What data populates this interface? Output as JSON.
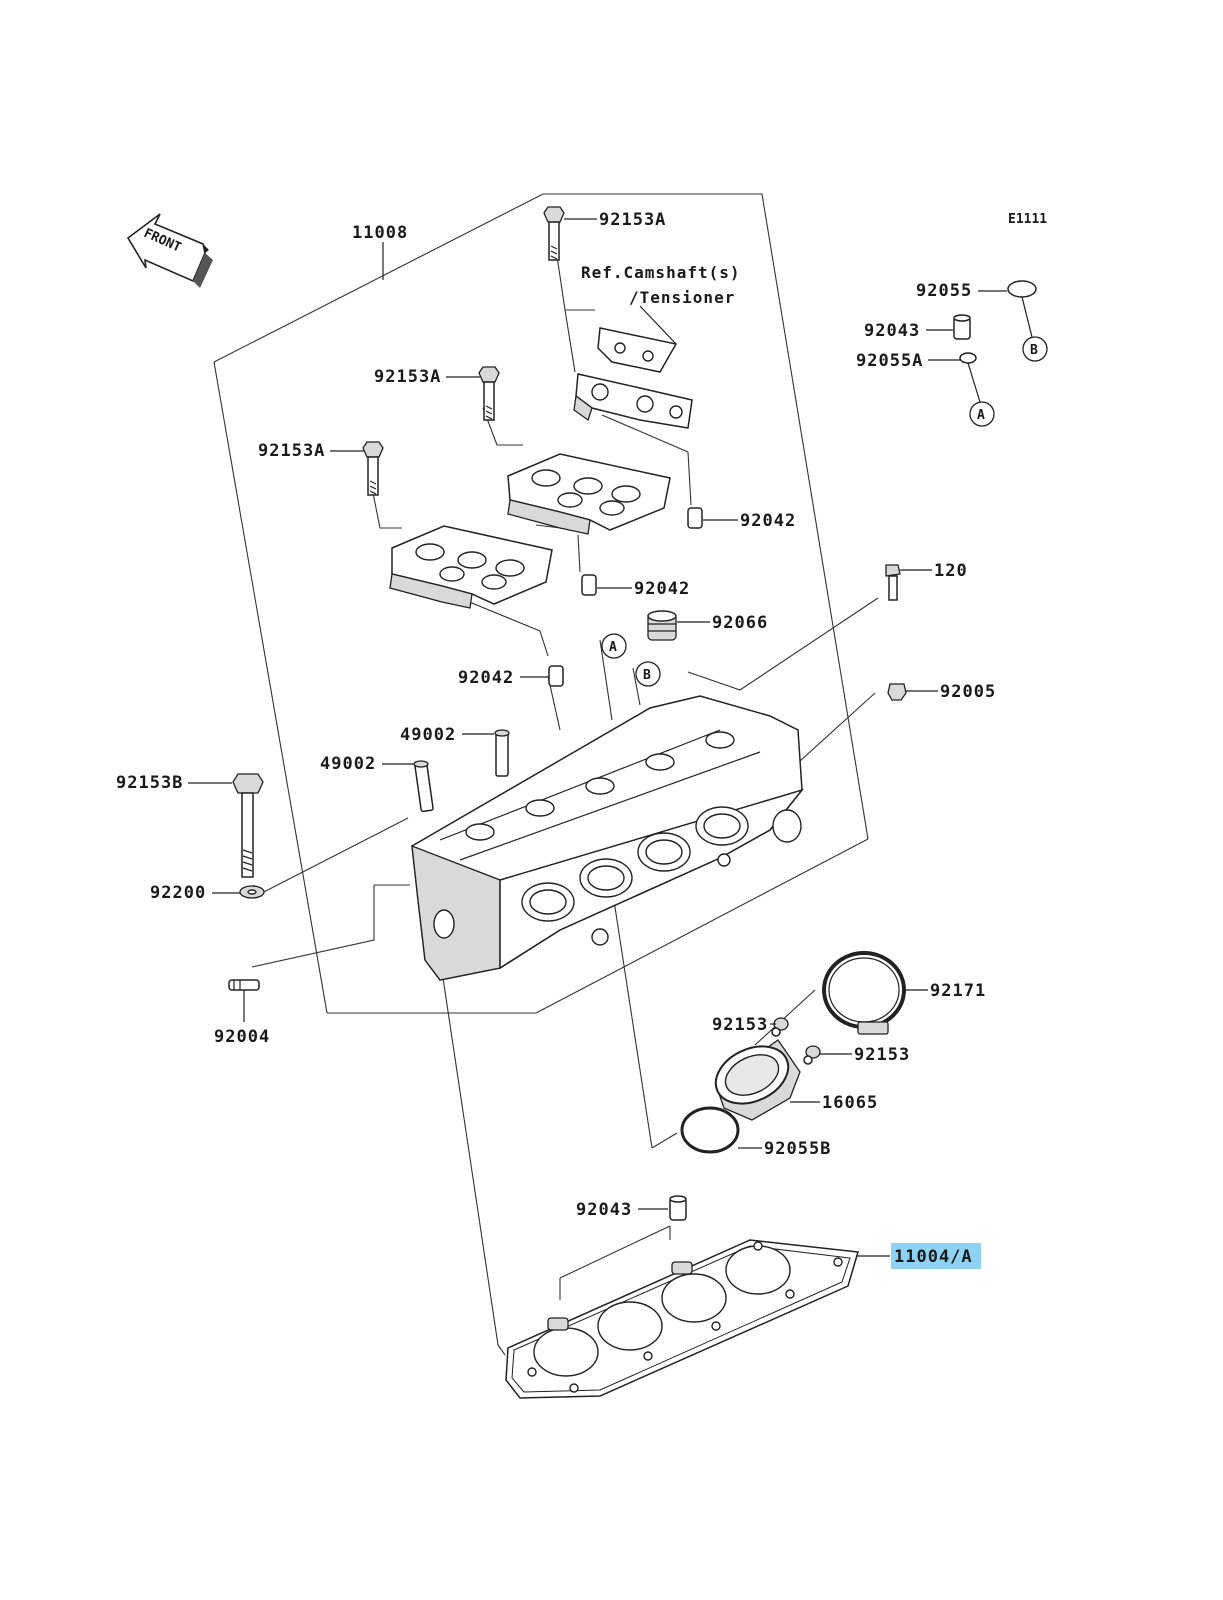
{
  "diagram_code": "E1111",
  "direction_label": "FRONT",
  "reference_note": {
    "line1": "Ref.Camshaft(s)",
    "line2": "/Tensioner"
  },
  "ref_markers": [
    "A",
    "B"
  ],
  "callouts": [
    {
      "id": "c-11008",
      "label": "11008"
    },
    {
      "id": "c-92153A-top",
      "label": "92153A"
    },
    {
      "id": "c-92153A-mid",
      "label": "92153A"
    },
    {
      "id": "c-92153A-left",
      "label": "92153A"
    },
    {
      "id": "c-92055",
      "label": "92055"
    },
    {
      "id": "c-92043-top",
      "label": "92043"
    },
    {
      "id": "c-92055A",
      "label": "92055A"
    },
    {
      "id": "c-92042-right",
      "label": "92042"
    },
    {
      "id": "c-92042-mid",
      "label": "92042"
    },
    {
      "id": "c-92042-left",
      "label": "92042"
    },
    {
      "id": "c-120",
      "label": "120"
    },
    {
      "id": "c-92066",
      "label": "92066"
    },
    {
      "id": "c-92005",
      "label": "92005"
    },
    {
      "id": "c-49002-top",
      "label": "49002"
    },
    {
      "id": "c-49002-left",
      "label": "49002"
    },
    {
      "id": "c-92153B",
      "label": "92153B"
    },
    {
      "id": "c-92200",
      "label": "92200"
    },
    {
      "id": "c-92004",
      "label": "92004"
    },
    {
      "id": "c-92171",
      "label": "92171"
    },
    {
      "id": "c-92153-left",
      "label": "92153"
    },
    {
      "id": "c-92153-right",
      "label": "92153"
    },
    {
      "id": "c-16065",
      "label": "16065"
    },
    {
      "id": "c-92055B",
      "label": "92055B"
    },
    {
      "id": "c-92043-bottom",
      "label": "92043"
    },
    {
      "id": "c-11004A",
      "label": "11004/A",
      "highlighted": true
    }
  ],
  "colors": {
    "highlight": "#8fd3f4",
    "ink": "#1a1a1a",
    "background": "#ffffff"
  }
}
